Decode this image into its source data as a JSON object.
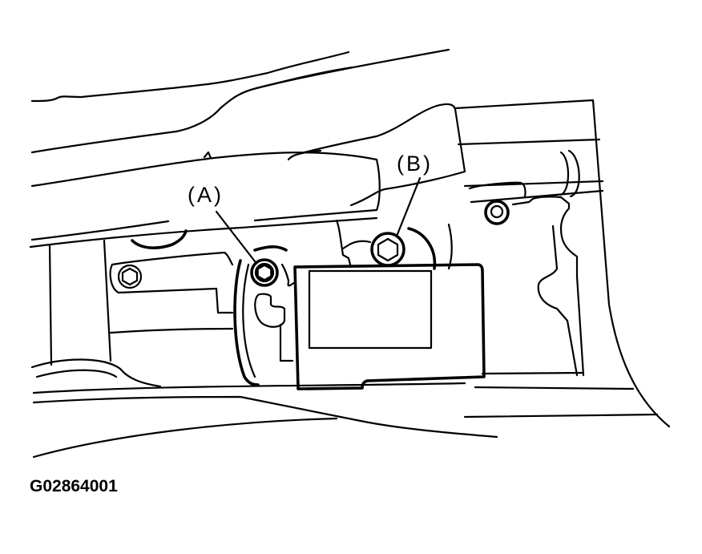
{
  "figure": {
    "id_label": "G02864001",
    "style": "black line-art technical illustration on white",
    "colors": {
      "line": "#000000",
      "background": "#ffffff"
    }
  },
  "callouts": [
    {
      "label": "(A)",
      "target": "bolt A (left side of module bracket)"
    },
    {
      "label": "(B)",
      "target": "bolt B (top of module bracket)"
    }
  ],
  "components": {
    "module_box": "rectangular control module with inner rectangular face",
    "bolt_left_bracket": "hex bolt on left mounting bracket",
    "bolt_right_bracket": "round bolt on right bracket"
  }
}
